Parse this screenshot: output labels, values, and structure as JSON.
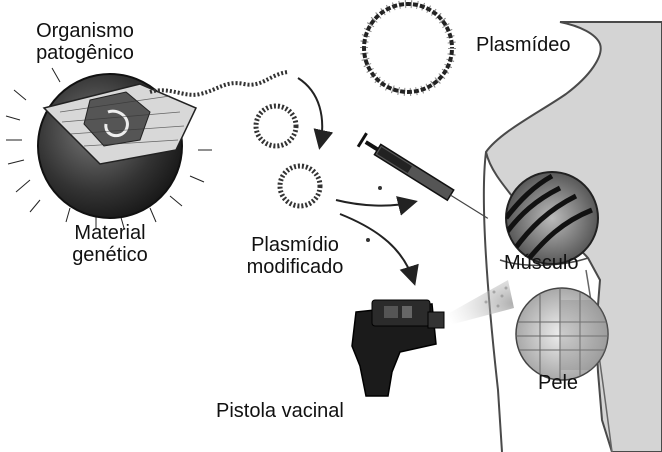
{
  "labels": {
    "organism_line1": "Organismo",
    "organism_line2": "patogênico",
    "genetic_line1": "Material",
    "genetic_line2": "genético",
    "plasmid": "Plasmídeo",
    "modified_line1": "Plasmídio",
    "modified_line2": "modificado",
    "muscle": "Músculo",
    "skin": "Pele",
    "gun": "Pistola vacinal"
  },
  "colors": {
    "ink": "#111111",
    "body_fill": "#d4d4d4",
    "body_outline": "#4a4a4a",
    "page_bg": "#ffffff"
  },
  "icons": {
    "pathogen": "pathogen-sphere-icon",
    "plasmid": "plasmid-ring-icon",
    "syringe": "syringe-icon",
    "gene_gun": "gene-gun-icon",
    "muscle": "muscle-tissue-icon",
    "skin": "skin-tissue-icon"
  }
}
